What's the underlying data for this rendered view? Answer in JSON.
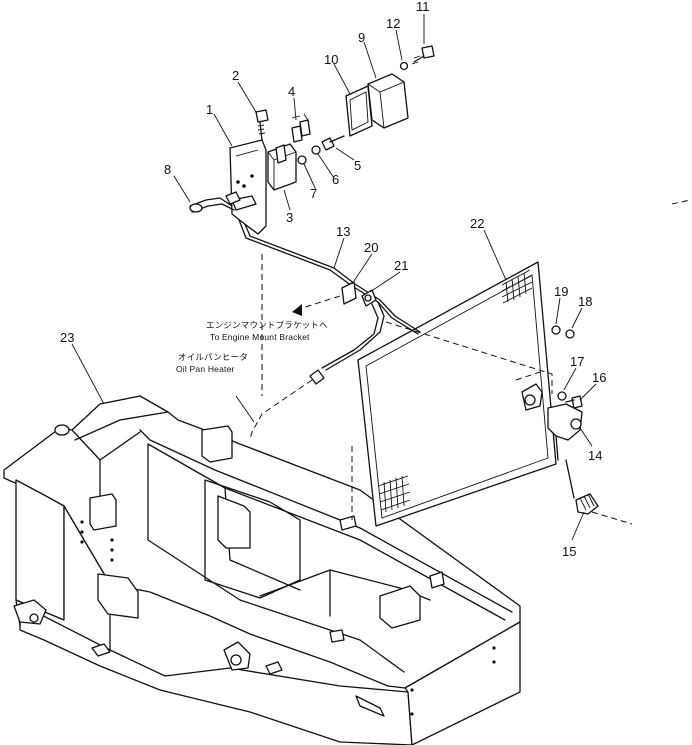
{
  "callouts": [
    {
      "id": "1",
      "text": "1"
    },
    {
      "id": "2",
      "text": "2"
    },
    {
      "id": "3",
      "text": "3"
    },
    {
      "id": "4",
      "text": "4"
    },
    {
      "id": "5",
      "text": "5"
    },
    {
      "id": "6",
      "text": "6"
    },
    {
      "id": "7",
      "text": "7"
    },
    {
      "id": "8",
      "text": "8"
    },
    {
      "id": "9",
      "text": "9"
    },
    {
      "id": "10",
      "text": "10"
    },
    {
      "id": "11",
      "text": "11"
    },
    {
      "id": "12",
      "text": "12"
    },
    {
      "id": "13",
      "text": "13"
    },
    {
      "id": "14",
      "text": "14"
    },
    {
      "id": "15",
      "text": "15"
    },
    {
      "id": "16",
      "text": "16"
    },
    {
      "id": "17",
      "text": "17"
    },
    {
      "id": "18",
      "text": "18"
    },
    {
      "id": "19",
      "text": "19"
    },
    {
      "id": "20",
      "text": "20"
    },
    {
      "id": "21",
      "text": "21"
    },
    {
      "id": "22",
      "text": "22"
    },
    {
      "id": "23",
      "text": "23"
    }
  ],
  "notes": {
    "engine_mount_jp": "エンジンマウントブラケットへ",
    "engine_mount_en": "To Engine Mount Bracket",
    "oil_pan_jp": "オイルパンヒータ",
    "oil_pan_en": "Oil Pan Heater"
  }
}
